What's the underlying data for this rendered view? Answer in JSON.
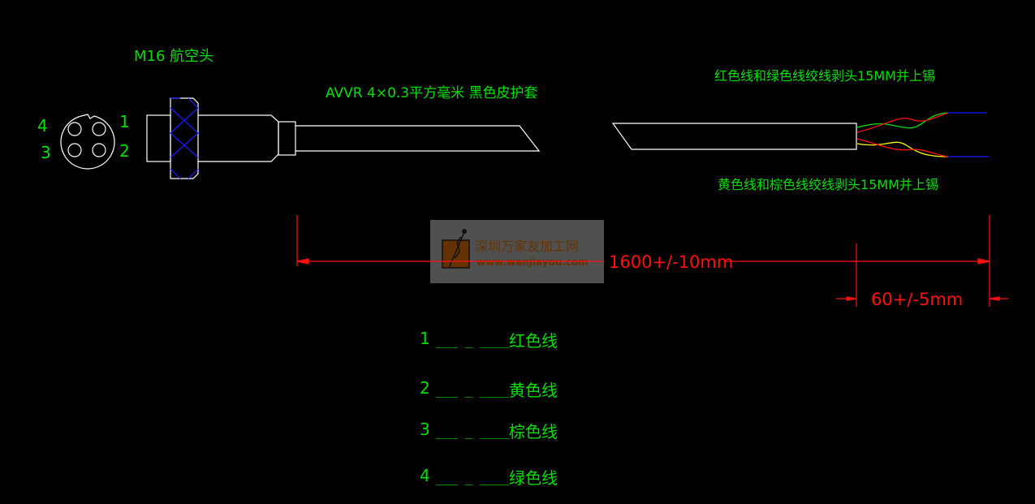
{
  "connector": {
    "title": "M16 航空头",
    "pins": [
      "1",
      "2",
      "3",
      "4"
    ]
  },
  "cable": {
    "spec": "AVVR 4×0.3平方毫米   黑色皮护套",
    "note_top": "红色线和绿色线绞线剥头15MM并上锡",
    "note_bottom": "黄色线和棕色线绞线剥头15MM并上锡"
  },
  "dimensions": {
    "overall": "1600+/-10mm",
    "strip": "60+/-5mm"
  },
  "watermark": {
    "name": "深圳万家友加工网",
    "url": "www.wanjiayou.com"
  },
  "legend": [
    {
      "pin": "1",
      "dash": "___ _ ____",
      "color": "红色线"
    },
    {
      "pin": "2",
      "dash": "___ _ ____",
      "color": "黄色线"
    },
    {
      "pin": "3",
      "dash": "___ _ ____",
      "color": "棕色线"
    },
    {
      "pin": "4",
      "dash": "___ _ ____",
      "color": "绿色线"
    }
  ],
  "colors": {
    "text": "#00e000",
    "dimension": "#ff1010",
    "hatch": "#1a1aff"
  }
}
